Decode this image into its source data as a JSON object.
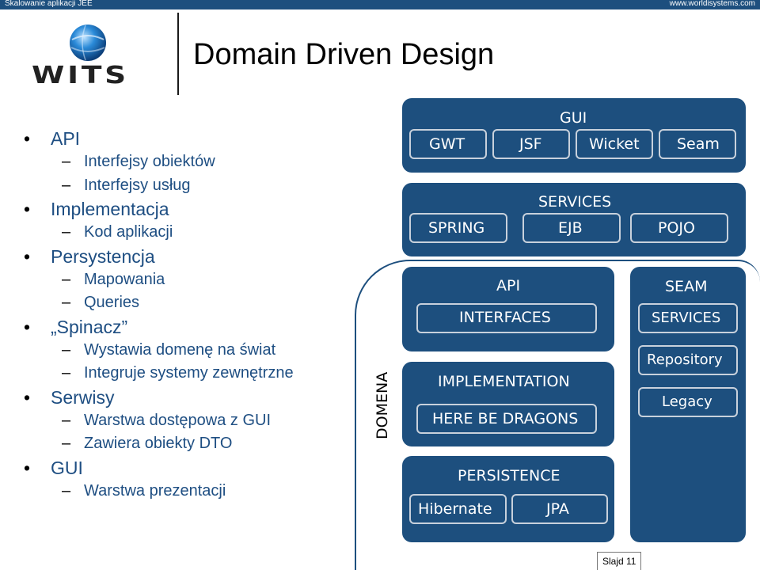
{
  "header": {
    "left_text": "Skalowanie aplikacji JEE",
    "right_text": "www.worldisystems.com"
  },
  "logo": {
    "text": "WITS"
  },
  "title": "Domain Driven Design",
  "bullets": [
    {
      "label": "API",
      "sub": [
        "Interfejsy obiektów",
        "Interfejsy usług"
      ]
    },
    {
      "label": "Implementacja",
      "sub": [
        "Kod aplikacji"
      ]
    },
    {
      "label": "Persystencja",
      "sub": [
        "Mapowania",
        "Queries"
      ]
    },
    {
      "label": "„Spinacz”",
      "sub": [
        "Wystawia domenę na świat",
        "Integruje systemy zewnętrzne"
      ]
    },
    {
      "label": "Serwisy",
      "sub": [
        "Warstwa dostępowa z GUI",
        "Zawiera obiekty DTO"
      ]
    },
    {
      "label": "GUI",
      "sub": [
        "Warstwa prezentacji"
      ]
    }
  ],
  "diagram": {
    "gui": {
      "title": "GUI",
      "items": [
        "GWT",
        "JSF",
        "Wicket",
        "Seam"
      ]
    },
    "services": {
      "title": "SERVICES",
      "items": [
        "SPRING",
        "EJB",
        "POJO"
      ]
    },
    "api": {
      "title": "API",
      "pill": "INTERFACES"
    },
    "seam": {
      "title": "SEAM",
      "pills": [
        "SERVICES",
        "Repository",
        "Legacy"
      ]
    },
    "implementation": {
      "title": "IMPLEMENTATION",
      "pill": "HERE BE DRAGONS"
    },
    "persistence": {
      "title": "PERSISTENCE",
      "items": [
        "Hibernate",
        "JPA"
      ]
    },
    "domena_label": "DOMENA"
  },
  "footer": {
    "slide": "Slajd 11"
  },
  "colors": {
    "block": "#1d4f7e",
    "text": "#1e4e82",
    "pill_border": "#c8d1dc"
  }
}
